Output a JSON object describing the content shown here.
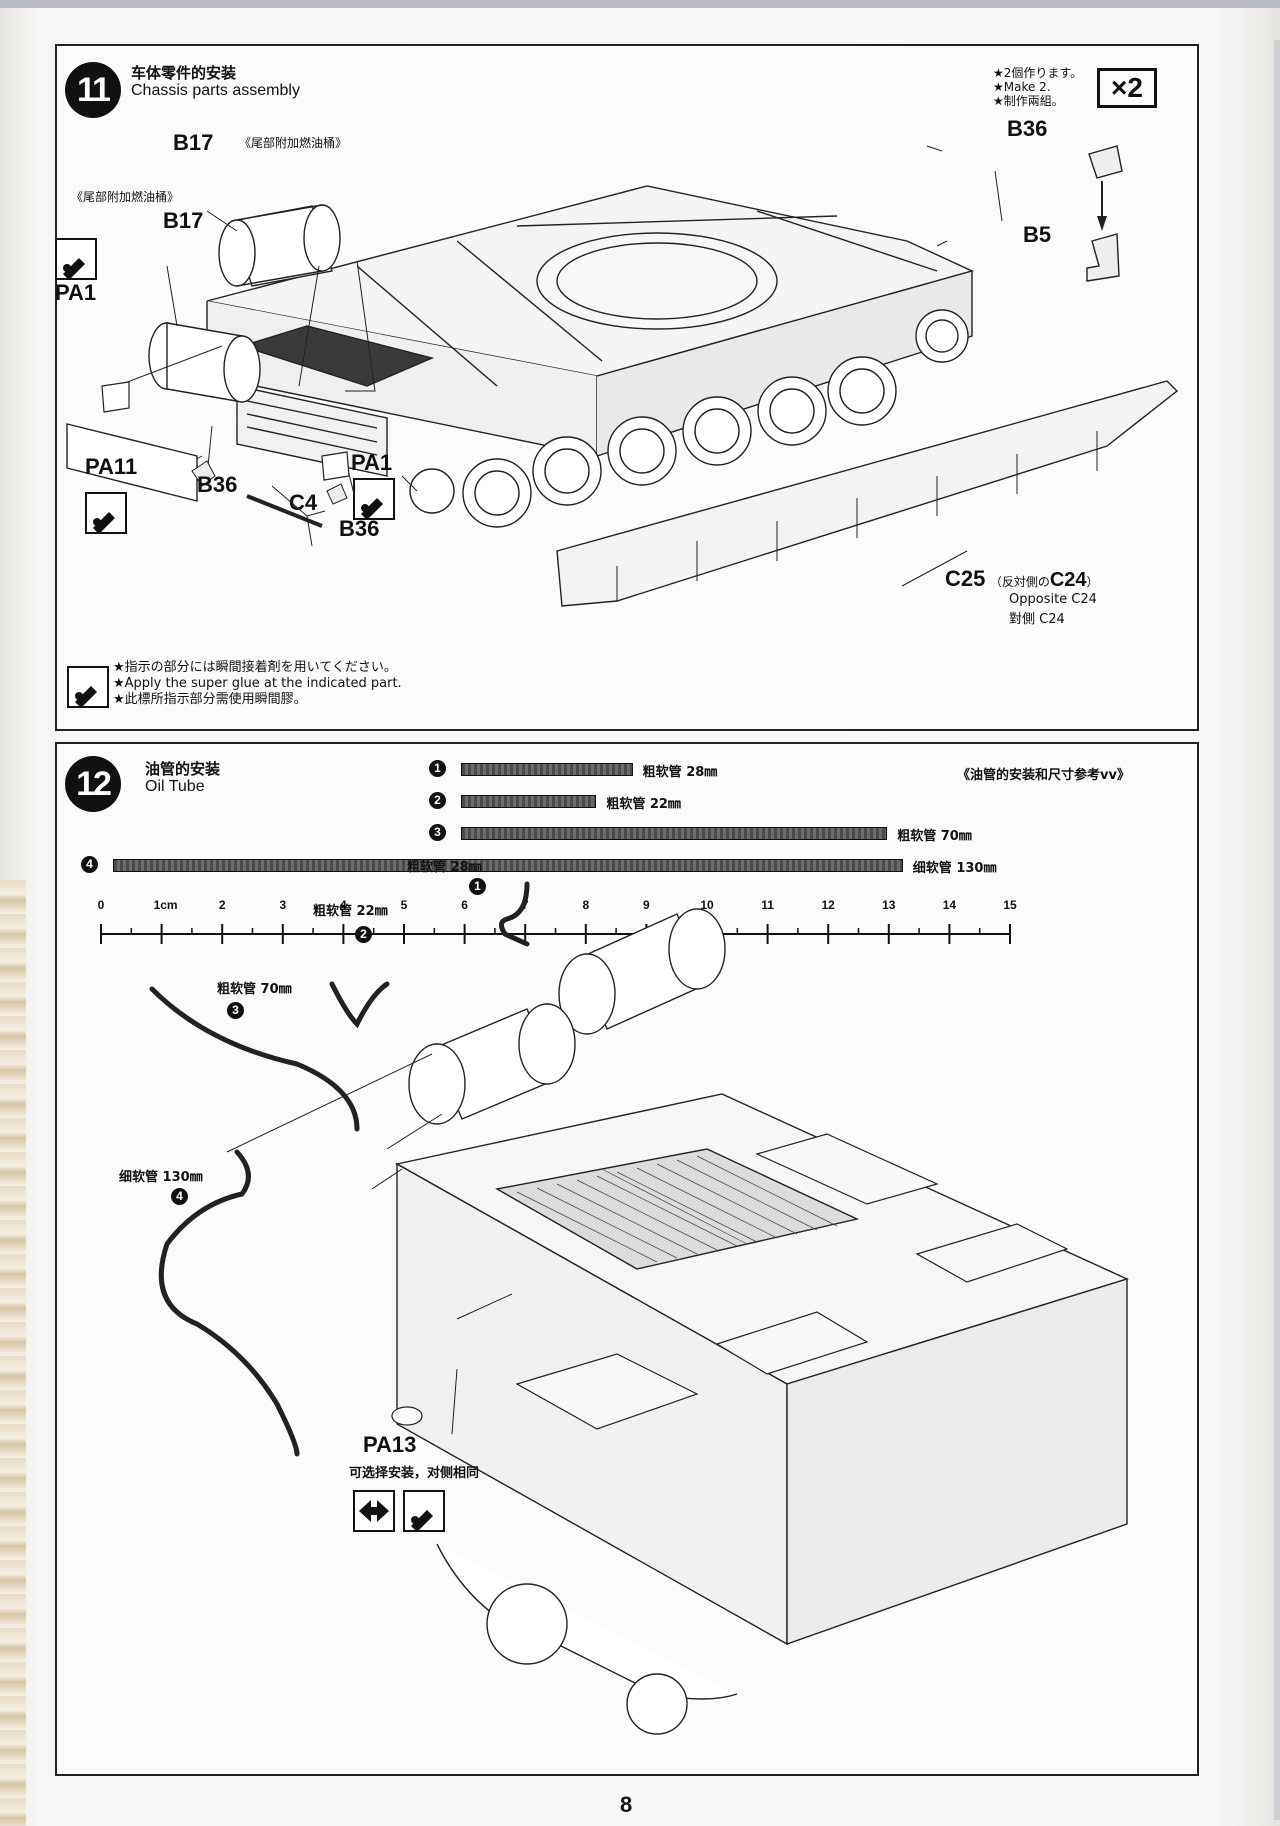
{
  "step11": {
    "number": "11",
    "title_cn": "车体零件的安装",
    "title_en": "Chassis parts assembly",
    "make_notes": [
      "★2個作ります。",
      "★Make 2.",
      "★制作兩組。"
    ],
    "times_label": "×2",
    "parts": {
      "b17_top": "B17",
      "b17_top_note": "《尾部附加燃油桶》",
      "b17_left": "B17",
      "b17_left_note": "《尾部附加燃油桶》",
      "pa1_left": "PA1",
      "pa11": "PA11",
      "b36_left": "B36",
      "c4": "C4",
      "pa1_right": "PA1",
      "b36_bottom": "B36",
      "b36_right": "B36",
      "b5": "B5",
      "c25": "C25",
      "c24_note_prefix": "（反対側の",
      "c24": "C24",
      "c24_note_suffix": "）",
      "opposite_en": "Opposite C24",
      "opposite_cn": "對側 C24"
    },
    "glue_notes": [
      "★指示の部分には瞬間接着剤を用いてください。",
      "★Apply the super glue at the indicated part.",
      "★此標所指示部分需使用瞬間膠。"
    ]
  },
  "step12": {
    "number": "12",
    "title_cn": "油管的安装",
    "title_en": "Oil Tube",
    "reference_note": "《油管的安装和尺寸参考vv》",
    "tubes": [
      {
        "num": "1",
        "label": "粗软管  28㎜",
        "length_cm": 2.8
      },
      {
        "num": "2",
        "label": "粗软管  22㎜",
        "length_cm": 2.2
      },
      {
        "num": "3",
        "label": "粗软管  70㎜",
        "length_cm": 7.0
      },
      {
        "num": "4",
        "label": "细软管  130㎜",
        "length_cm": 13.0
      }
    ],
    "ruler": [
      "0",
      "1cm",
      "2",
      "3",
      "4",
      "5",
      "6",
      "7",
      "8",
      "9",
      "10",
      "11",
      "12",
      "13",
      "14",
      "15"
    ],
    "callouts": [
      {
        "num": "1",
        "label": "粗软管  28㎜"
      },
      {
        "num": "2",
        "label": "粗软管  22㎜"
      },
      {
        "num": "3",
        "label": "粗软管  70㎜"
      },
      {
        "num": "4",
        "label": "细软管  130㎜"
      }
    ],
    "pa13": "PA13",
    "pa13_note": "可选择安装，对侧相同"
  },
  "page_number": "8"
}
